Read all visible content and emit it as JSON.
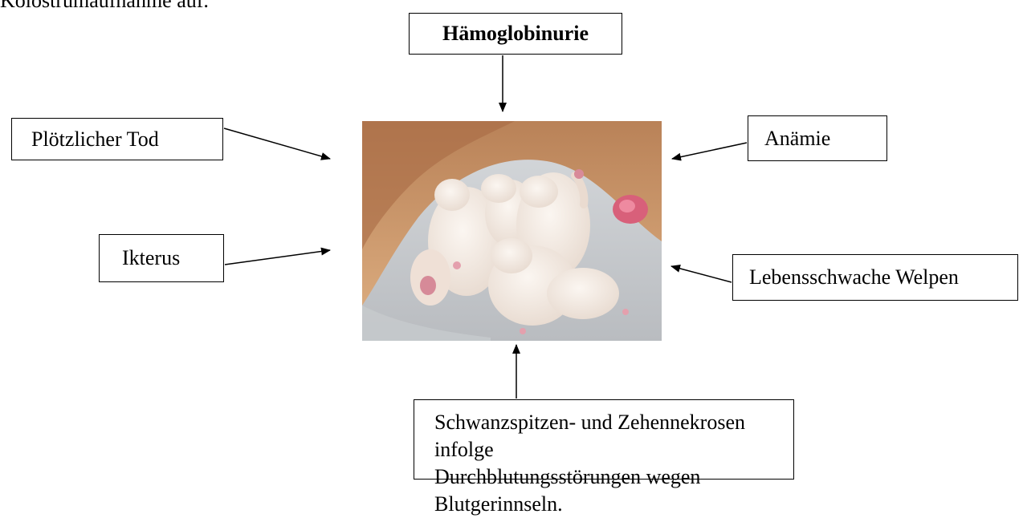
{
  "intro_fragment": "Kolostrumaufnahme auf.",
  "title_box": "Hämoglobinurie",
  "symptoms": {
    "sudden_death": "Plötzlicher Tod",
    "anemia": "Anämie",
    "jaundice": "Ikterus",
    "weak_puppies": "Lebensschwache Welpen",
    "necrosis_line1": "Schwanzspitzen- und Zehennekrosen infolge",
    "necrosis_line2": "Durchblutungsstörungen wegen Blutgerinnseln."
  },
  "colors": {
    "line": "#000000",
    "photo_fur": "#c89060",
    "photo_kittens": "#f3ece6",
    "photo_towel": "#cfd2d6"
  }
}
